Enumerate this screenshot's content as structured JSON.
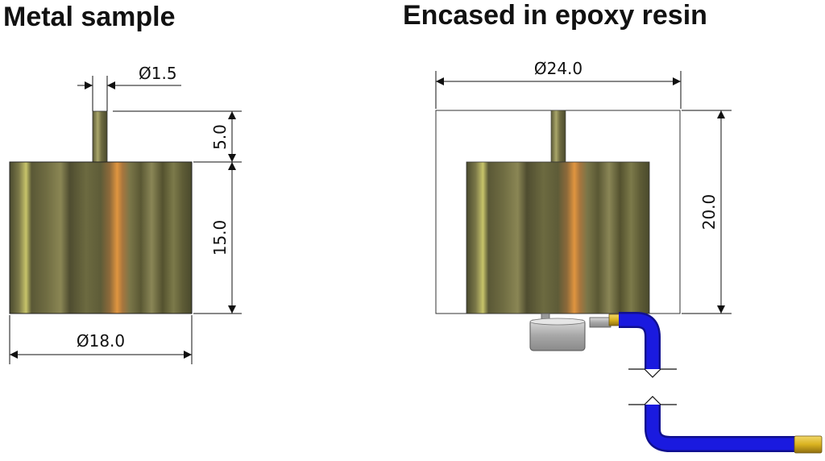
{
  "titles": {
    "left": "Metal sample",
    "right": "Encased in epoxy resin"
  },
  "dimensions": {
    "pin_diameter": "Ø1.5",
    "pin_height": "5.0",
    "body_height": "15.0",
    "body_diameter": "Ø18.0",
    "resin_diameter": "Ø24.0",
    "resin_height": "20.0"
  },
  "colors": {
    "metal_base": "#6f6c42",
    "metal_stripe_orange": "#c8863a",
    "metal_stripe_yellow": "#c7c46a",
    "metal_stripe_dark": "#3f3d26",
    "cable": "#1a1adf",
    "connector": "#b0b0b0",
    "cable_tip": "#d9b21f"
  }
}
